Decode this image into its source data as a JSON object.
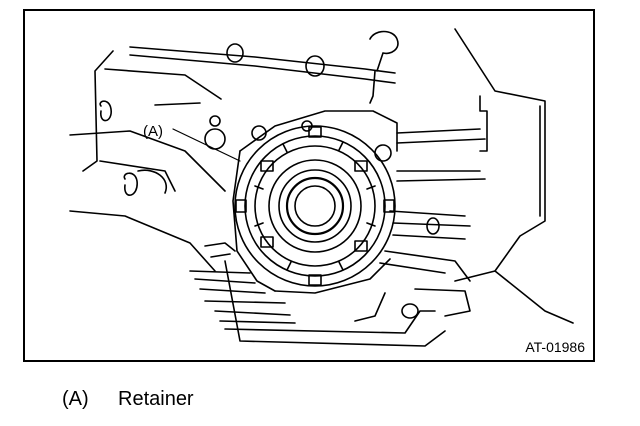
{
  "figure": {
    "callout_label": "(A)",
    "figure_id": "AT-01986"
  },
  "legend": {
    "items": [
      {
        "key": "(A)",
        "text": "Retainer"
      }
    ]
  }
}
